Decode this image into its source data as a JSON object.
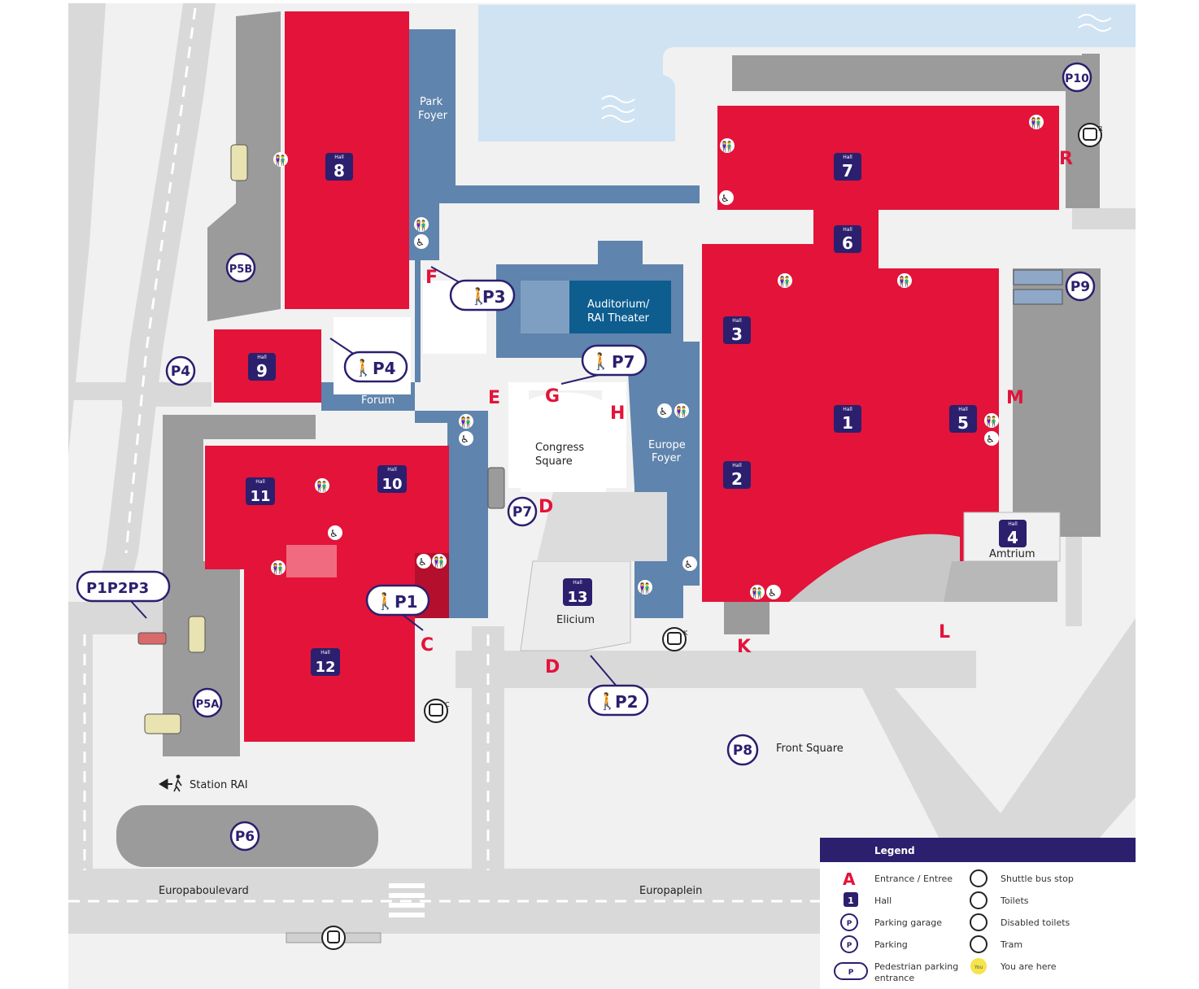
{
  "halls": [
    {
      "id": "hall-1",
      "number": "1",
      "tag": "Hall"
    },
    {
      "id": "hall-2",
      "number": "2",
      "tag": "Hall"
    },
    {
      "id": "hall-3",
      "number": "3",
      "tag": "Hall"
    },
    {
      "id": "hall-4",
      "number": "4",
      "tag": "Hall"
    },
    {
      "id": "hall-5",
      "number": "5",
      "tag": "Hall"
    },
    {
      "id": "hall-6",
      "number": "6",
      "tag": "Hall"
    },
    {
      "id": "hall-7",
      "number": "7",
      "tag": "Hall"
    },
    {
      "id": "hall-8",
      "number": "8",
      "tag": "Hall"
    },
    {
      "id": "hall-9",
      "number": "9",
      "tag": "Hall"
    },
    {
      "id": "hall-10",
      "number": "10",
      "tag": "Hall"
    },
    {
      "id": "hall-11",
      "number": "11",
      "tag": "Hall"
    },
    {
      "id": "hall-12",
      "number": "12",
      "tag": "Hall"
    },
    {
      "id": "hall-13",
      "number": "13",
      "tag": "Hall"
    }
  ],
  "entrances": [
    "C",
    "D",
    "D",
    "E",
    "F",
    "G",
    "H",
    "K",
    "L",
    "M",
    "R"
  ],
  "areas": {
    "park_foyer_1": "Park",
    "park_foyer_2": "Foyer",
    "auditorium_1": "Auditorium/",
    "auditorium_2": "RAI Theater",
    "forum": "Forum",
    "congress_1": "Congress",
    "congress_2": "Square",
    "europe_foyer_1": "Europe",
    "europe_foyer_2": "Foyer",
    "elicium": "Elicium",
    "amtrium": "Amtrium",
    "front_square": "Front Square",
    "station": "Station RAI",
    "europaboulevard": "Europaboulevard",
    "europaplein": "Europaplein"
  },
  "parking": {
    "p10": "P10",
    "p9": "P9",
    "p5b": "P5B",
    "p4": "P4",
    "p5a": "P5A",
    "p6": "P6",
    "p8": "P8",
    "p7": "P7"
  },
  "pedestrian_entrances": {
    "p3": "P3",
    "p4": "P4",
    "p7": "P7",
    "p1": "P1",
    "p2": "P2",
    "p123": "P1P2P3"
  },
  "shuttle": {
    "r": "R",
    "k": "K",
    "c": "C"
  },
  "legend": {
    "title": "Legend",
    "entrance_symbol": "A",
    "entrance": "Entrance / Entree",
    "hall": "Hall",
    "parking_garage": "Parking garage",
    "parking": "Parking",
    "pedestrian_1": "Pedestrian parking",
    "pedestrian_2": "entrance",
    "shuttle": "Shuttle bus stop",
    "toilets": "Toilets",
    "disabled": "Disabled toilets",
    "tram": "Tram",
    "you_are_here": "You are here",
    "you_badge": "You"
  },
  "colors": {
    "hall_red": "#e3133a",
    "corridor_blue": "#5f84ad",
    "navy": "#2b1f6e",
    "water": "#cfe3f3",
    "road": "#d9d9d9",
    "parking_gray": "#9b9b9b",
    "you_are_here": "#f5e44a"
  }
}
